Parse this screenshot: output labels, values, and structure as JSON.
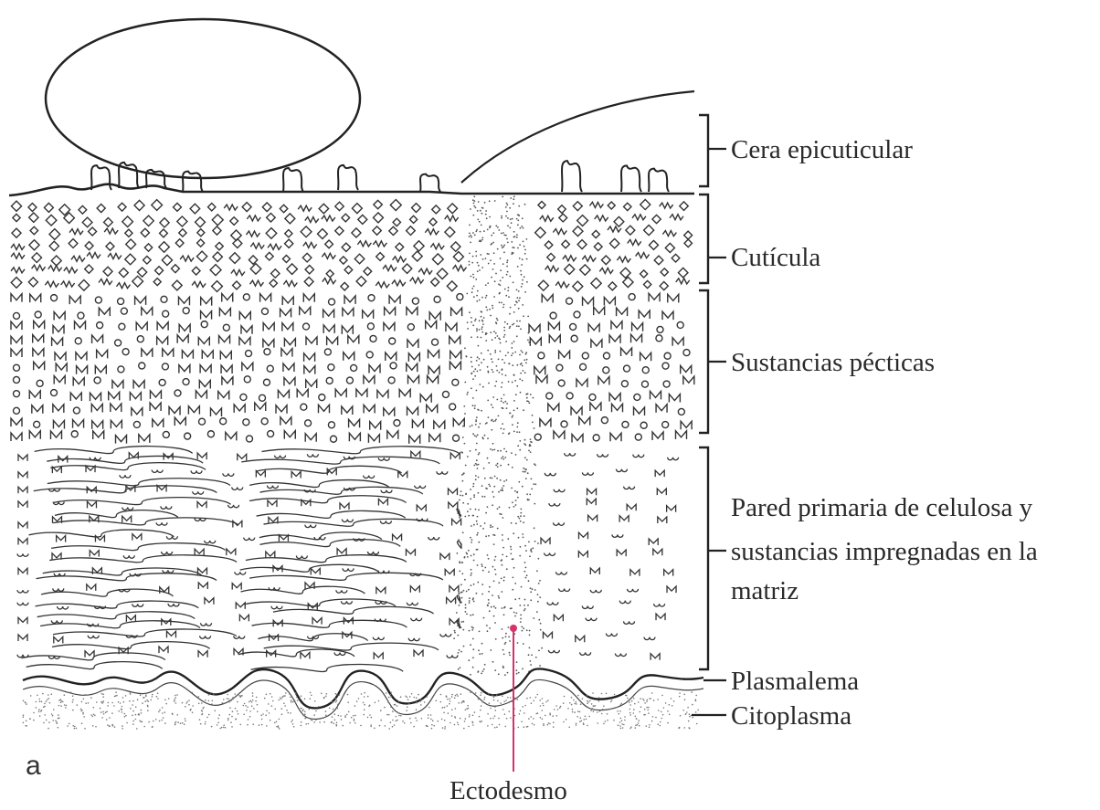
{
  "figure": {
    "panel_letter": "a",
    "layers": [
      {
        "id": "cera",
        "label": "Cera epicuticular"
      },
      {
        "id": "cuticula",
        "label": "Cutícula"
      },
      {
        "id": "pecticas",
        "label": "Sustancias pécticas"
      },
      {
        "id": "pared",
        "lines": [
          "Pared primaria de celulosa y",
          "sustancias impregnadas en la",
          "matriz"
        ]
      },
      {
        "id": "plasmalema",
        "label": "Plasmalema"
      },
      {
        "id": "citoplasma",
        "label": "Citoplasma"
      }
    ],
    "pointer": {
      "label": "Ectodesmo",
      "color": "#d6336c"
    }
  }
}
